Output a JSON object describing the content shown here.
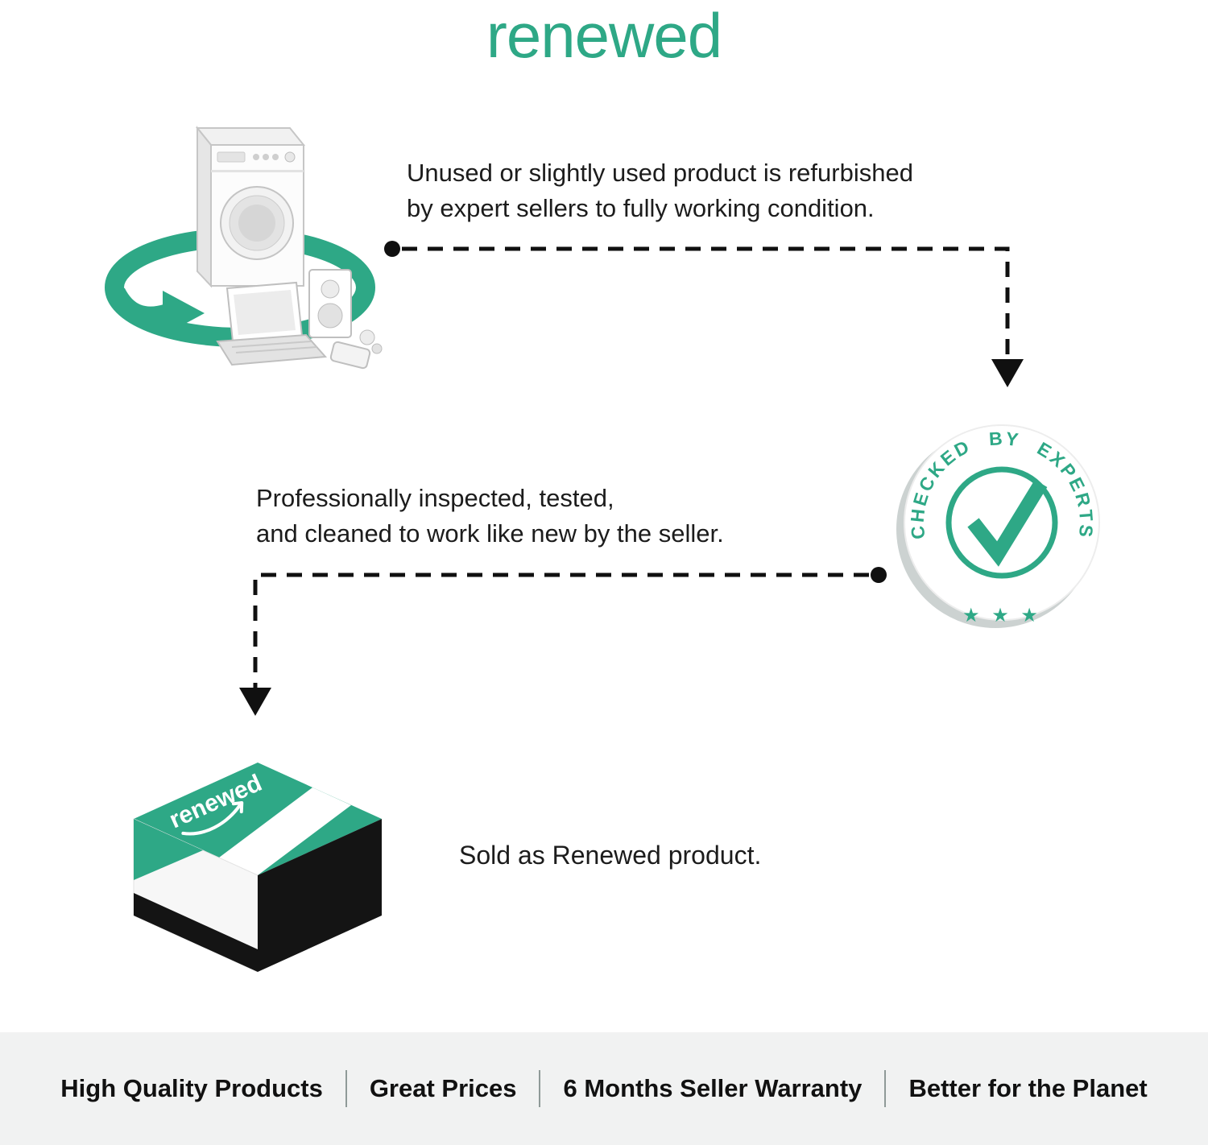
{
  "page": {
    "title": "renewed",
    "accent": "#2EA886",
    "background": "#ffffff"
  },
  "steps": [
    {
      "lines": [
        "Unused or slightly used product is refurbished",
        "by expert sellers to fully working condition."
      ]
    },
    {
      "lines": [
        "Professionally inspected, tested,",
        "and cleaned to work like new by the seller."
      ]
    },
    {
      "lines": [
        "Sold as Renewed product."
      ]
    }
  ],
  "badge": {
    "arc_text": "CHECKED BY EXPERTS",
    "stars": "★ ★ ★"
  },
  "box": {
    "label": "renewed"
  },
  "footer": {
    "items": [
      "High Quality Products",
      "Great Prices",
      "6 Months Seller Warranty",
      "Better for the Planet"
    ]
  }
}
